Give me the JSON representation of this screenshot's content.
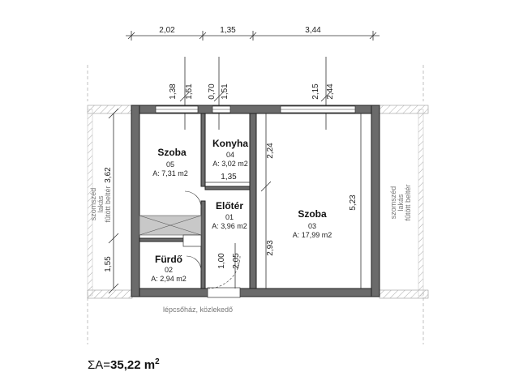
{
  "dimensions": {
    "top": [
      "2,02",
      "1,35",
      "3,44"
    ],
    "window_labels": [
      "1,38",
      "1,51",
      "0,70",
      "1,51",
      "2,15",
      "2,44"
    ],
    "left": [
      "3,62",
      "1,55"
    ],
    "inner": [
      "2,24",
      "1,35",
      "2,93",
      "5,23",
      "1,00",
      "2,05"
    ]
  },
  "rooms": [
    {
      "name": "Szoba",
      "number": "05",
      "area": "A: 7,31 m2"
    },
    {
      "name": "Konyha",
      "number": "04",
      "area": "A: 3,02 m2"
    },
    {
      "name": "Előtér",
      "number": "01",
      "area": "A: 3,96 m2"
    },
    {
      "name": "Fürdő",
      "number": "02",
      "area": "A: 2,94 m2"
    },
    {
      "name": "Szoba",
      "number": "03",
      "area": "A: 17,99 m2"
    }
  ],
  "neighbors": {
    "left": [
      "szomszéd",
      "lakás",
      "fűtött beltér"
    ],
    "right": [
      "szomszéd",
      "lakás",
      "fűtött beltér"
    ],
    "bottom": "lépcsőház, közlekedő"
  },
  "total": {
    "prefix": "ΣA=",
    "value": "35,22 m",
    "sup": "2"
  }
}
